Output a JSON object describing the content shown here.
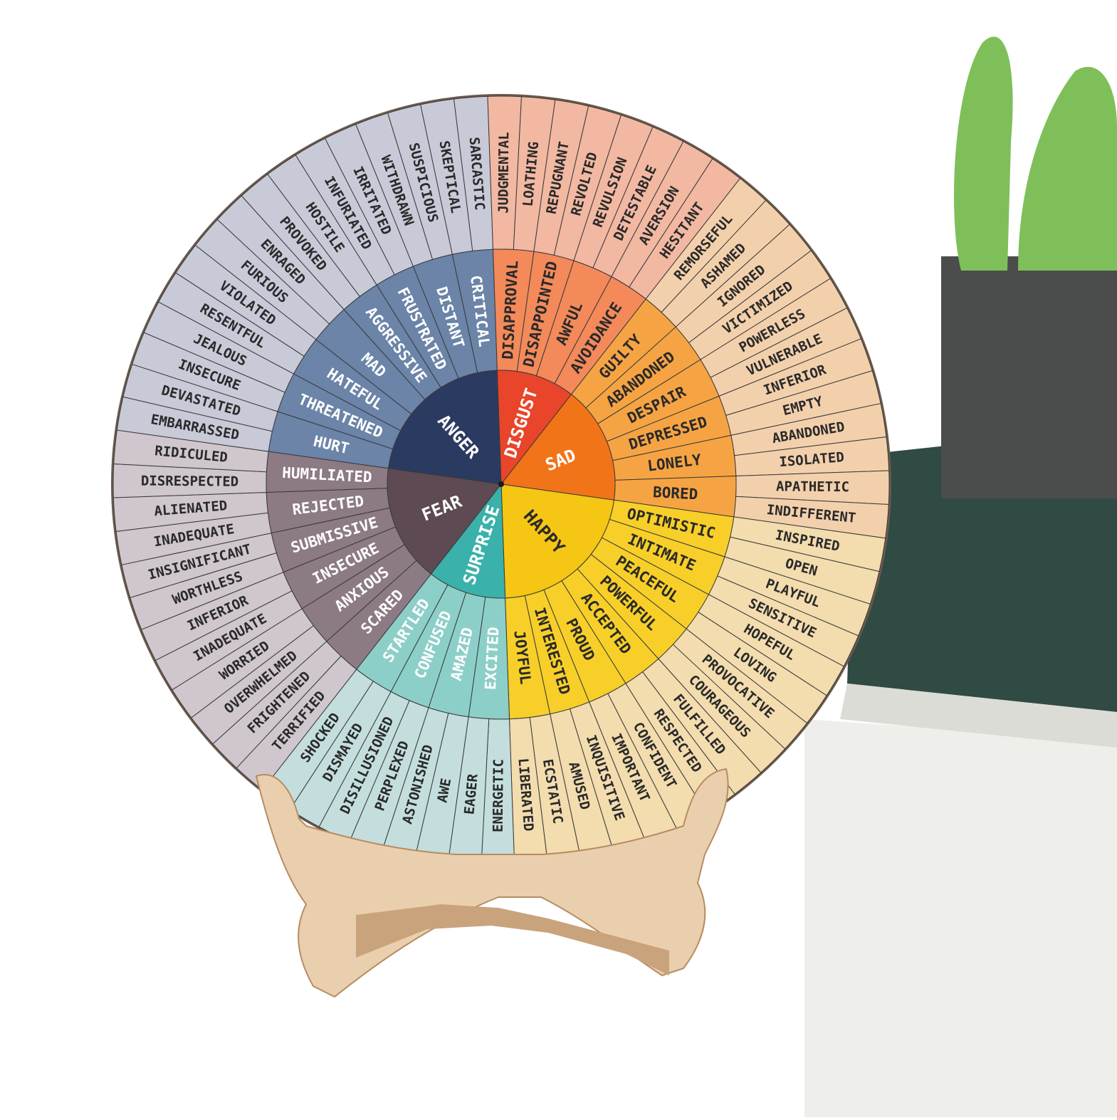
{
  "wheel": {
    "segments": [
      {
        "core": "ANGER",
        "core_color": "#2b3a60",
        "mid_color": "#6b84a8",
        "outer_color": "#c9cad8",
        "groups": [
          {
            "mid": "HURT",
            "outer": [
              "EMBARRASSED",
              "DEVASTATED"
            ]
          },
          {
            "mid": "THREATENED",
            "outer": [
              "INSECURE",
              "JEALOUS"
            ]
          },
          {
            "mid": "HATEFUL",
            "outer": [
              "RESENTFUL",
              "VIOLATED"
            ]
          },
          {
            "mid": "MAD",
            "outer": [
              "FURIOUS",
              "ENRAGED"
            ]
          },
          {
            "mid": "AGGRESSIVE",
            "outer": [
              "PROVOKED",
              "HOSTILE"
            ]
          },
          {
            "mid": "FRUSTRATED",
            "outer": [
              "INFURIATED",
              "IRRITATED"
            ]
          },
          {
            "mid": "DISTANT",
            "outer": [
              "WITHDRAWN",
              "SUSPICIOUS"
            ]
          },
          {
            "mid": "CRITICAL",
            "outer": [
              "SKEPTICAL",
              "SARCASTIC"
            ]
          }
        ]
      },
      {
        "core": "DISGUST",
        "core_color": "#e8452a",
        "mid_color": "#f4895a",
        "outer_color": "#f2b8a2",
        "groups": [
          {
            "mid": "DISAPPROVAL",
            "outer": [
              "JUDGMENTAL",
              "LOATHING"
            ]
          },
          {
            "mid": "DISAPPOINTED",
            "outer": [
              "REPUGNANT",
              "REVOLTED"
            ]
          },
          {
            "mid": "AWFUL",
            "outer": [
              "REVULSION",
              "DETESTABLE"
            ]
          },
          {
            "mid": "AVOIDANCE",
            "outer": [
              "AVERSION",
              "HESITANT"
            ]
          }
        ]
      },
      {
        "core": "SAD",
        "core_color": "#f27418",
        "mid_color": "#f6a443",
        "outer_color": "#f3d0ac",
        "groups": [
          {
            "mid": "GUILTY",
            "outer": [
              "REMORSEFUL",
              "ASHAMED"
            ]
          },
          {
            "mid": "ABANDONED",
            "outer": [
              "IGNORED",
              "VICTIMIZED"
            ]
          },
          {
            "mid": "DESPAIR",
            "outer": [
              "POWERLESS",
              "VULNERABLE"
            ]
          },
          {
            "mid": "DEPRESSED",
            "outer": [
              "INFERIOR",
              "EMPTY"
            ]
          },
          {
            "mid": "LONELY",
            "outer": [
              "ABANDONED",
              "ISOLATED"
            ]
          },
          {
            "mid": "BORED",
            "outer": [
              "APATHETIC",
              "INDIFFERENT"
            ]
          }
        ]
      },
      {
        "core": "HAPPY",
        "core_color": "#f5c613",
        "mid_color": "#f7cf28",
        "outer_color": "#f3dcae",
        "groups": [
          {
            "mid": "OPTIMISTIC",
            "outer": [
              "INSPIRED",
              "OPEN"
            ]
          },
          {
            "mid": "INTIMATE",
            "outer": [
              "PLAYFUL",
              "SENSITIVE"
            ]
          },
          {
            "mid": "PEACEFUL",
            "outer": [
              "HOPEFUL",
              "LOVING"
            ]
          },
          {
            "mid": "POWERFUL",
            "outer": [
              "PROVOCATIVE",
              "COURAGEOUS"
            ]
          },
          {
            "mid": "ACCEPTED",
            "outer": [
              "FULFILLED",
              "RESPECTED"
            ]
          },
          {
            "mid": "PROUD",
            "outer": [
              "CONFIDENT",
              "IMPORTANT"
            ]
          },
          {
            "mid": "INTERESTED",
            "outer": [
              "INQUISITIVE",
              "AMUSED"
            ]
          },
          {
            "mid": "JOYFUL",
            "outer": [
              "ECSTATIC",
              "LIBERATED"
            ]
          }
        ]
      },
      {
        "core": "SURPRISE",
        "core_color": "#3ab1aa",
        "mid_color": "#8ccfc8",
        "outer_color": "#c3dedd",
        "groups": [
          {
            "mid": "EXCITED",
            "outer": [
              "ENERGETIC",
              "EAGER"
            ]
          },
          {
            "mid": "AMAZED",
            "outer": [
              "AWE",
              "ASTONISHED"
            ]
          },
          {
            "mid": "CONFUSED",
            "outer": [
              "PERPLEXED",
              "DISILLUSIONED"
            ]
          },
          {
            "mid": "STARTLED",
            "outer": [
              "DISMAYED",
              "SHOCKED"
            ]
          }
        ]
      },
      {
        "core": "FEAR",
        "core_color": "#5d4a52",
        "mid_color": "#8c7a84",
        "outer_color": "#cfc7cd",
        "groups": [
          {
            "mid": "SCARED",
            "outer": [
              "TERRIFIED",
              "FRIGHTENED"
            ]
          },
          {
            "mid": "ANXIOUS",
            "outer": [
              "OVERWHELMED",
              "WORRIED"
            ]
          },
          {
            "mid": "INSECURE",
            "outer": [
              "INADEQUATE",
              "INFERIOR"
            ]
          },
          {
            "mid": "SUBMISSIVE",
            "outer": [
              "WORTHLESS",
              "INSIGNIFICANT"
            ]
          },
          {
            "mid": "REJECTED",
            "outer": [
              "INADEQUATE",
              "ALIENATED"
            ]
          },
          {
            "mid": "HUMILIATED",
            "outer": [
              "DISRESPECTED",
              "RIDICULED"
            ]
          }
        ]
      }
    ]
  },
  "colors": {
    "stand": "#e9cfae",
    "stand_shadow": "#c9a37c",
    "planter": "#4a4d4c",
    "cactus": "#7fbf5a",
    "book_cover": "#2f4b43",
    "book_pages": "#eeeeea"
  }
}
